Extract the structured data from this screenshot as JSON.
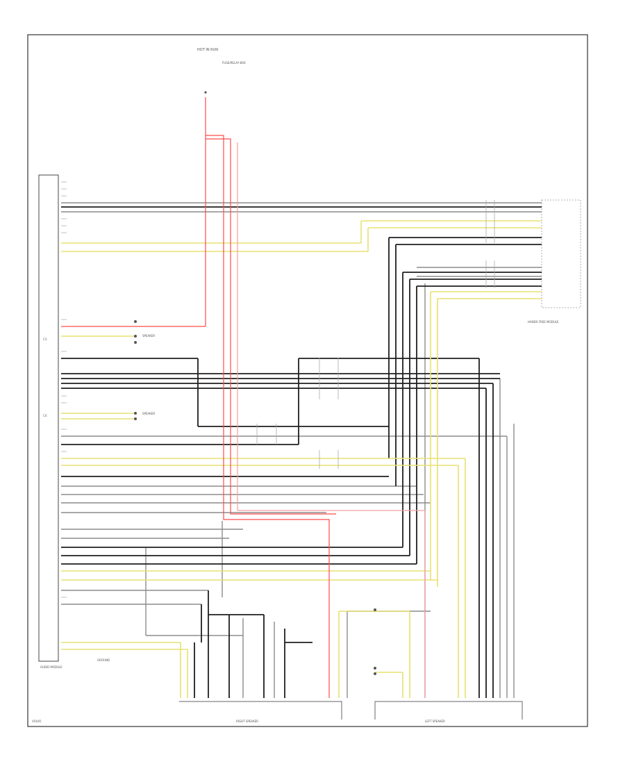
{
  "labels": {
    "top_fuse": "HOT IN RUN",
    "top_fuse_caption": "FUSE/RELAY BOX",
    "module_name": "AUDIO MODULE",
    "ground_left_bottom": "GROUND",
    "left_conn_tag": "C3",
    "left_conn_tag2": "C4",
    "mid_tag_1": "SPEAKER",
    "mid_tag_2": "SPEAKER",
    "right_module": "HANDS FREE MODULE",
    "footer_left": "VOLVO",
    "footer_mid": "RIGHT SPEAKER",
    "footer_right": "LEFT SPEAKER"
  },
  "colors": {
    "frame": "#333333",
    "wire_black": "#1e1e1e",
    "wire_grey": "#8c8c8c",
    "wire_red": "#ff4a4a",
    "wire_yellow": "#e8e070",
    "wire_pink": "#f2a0a0"
  }
}
